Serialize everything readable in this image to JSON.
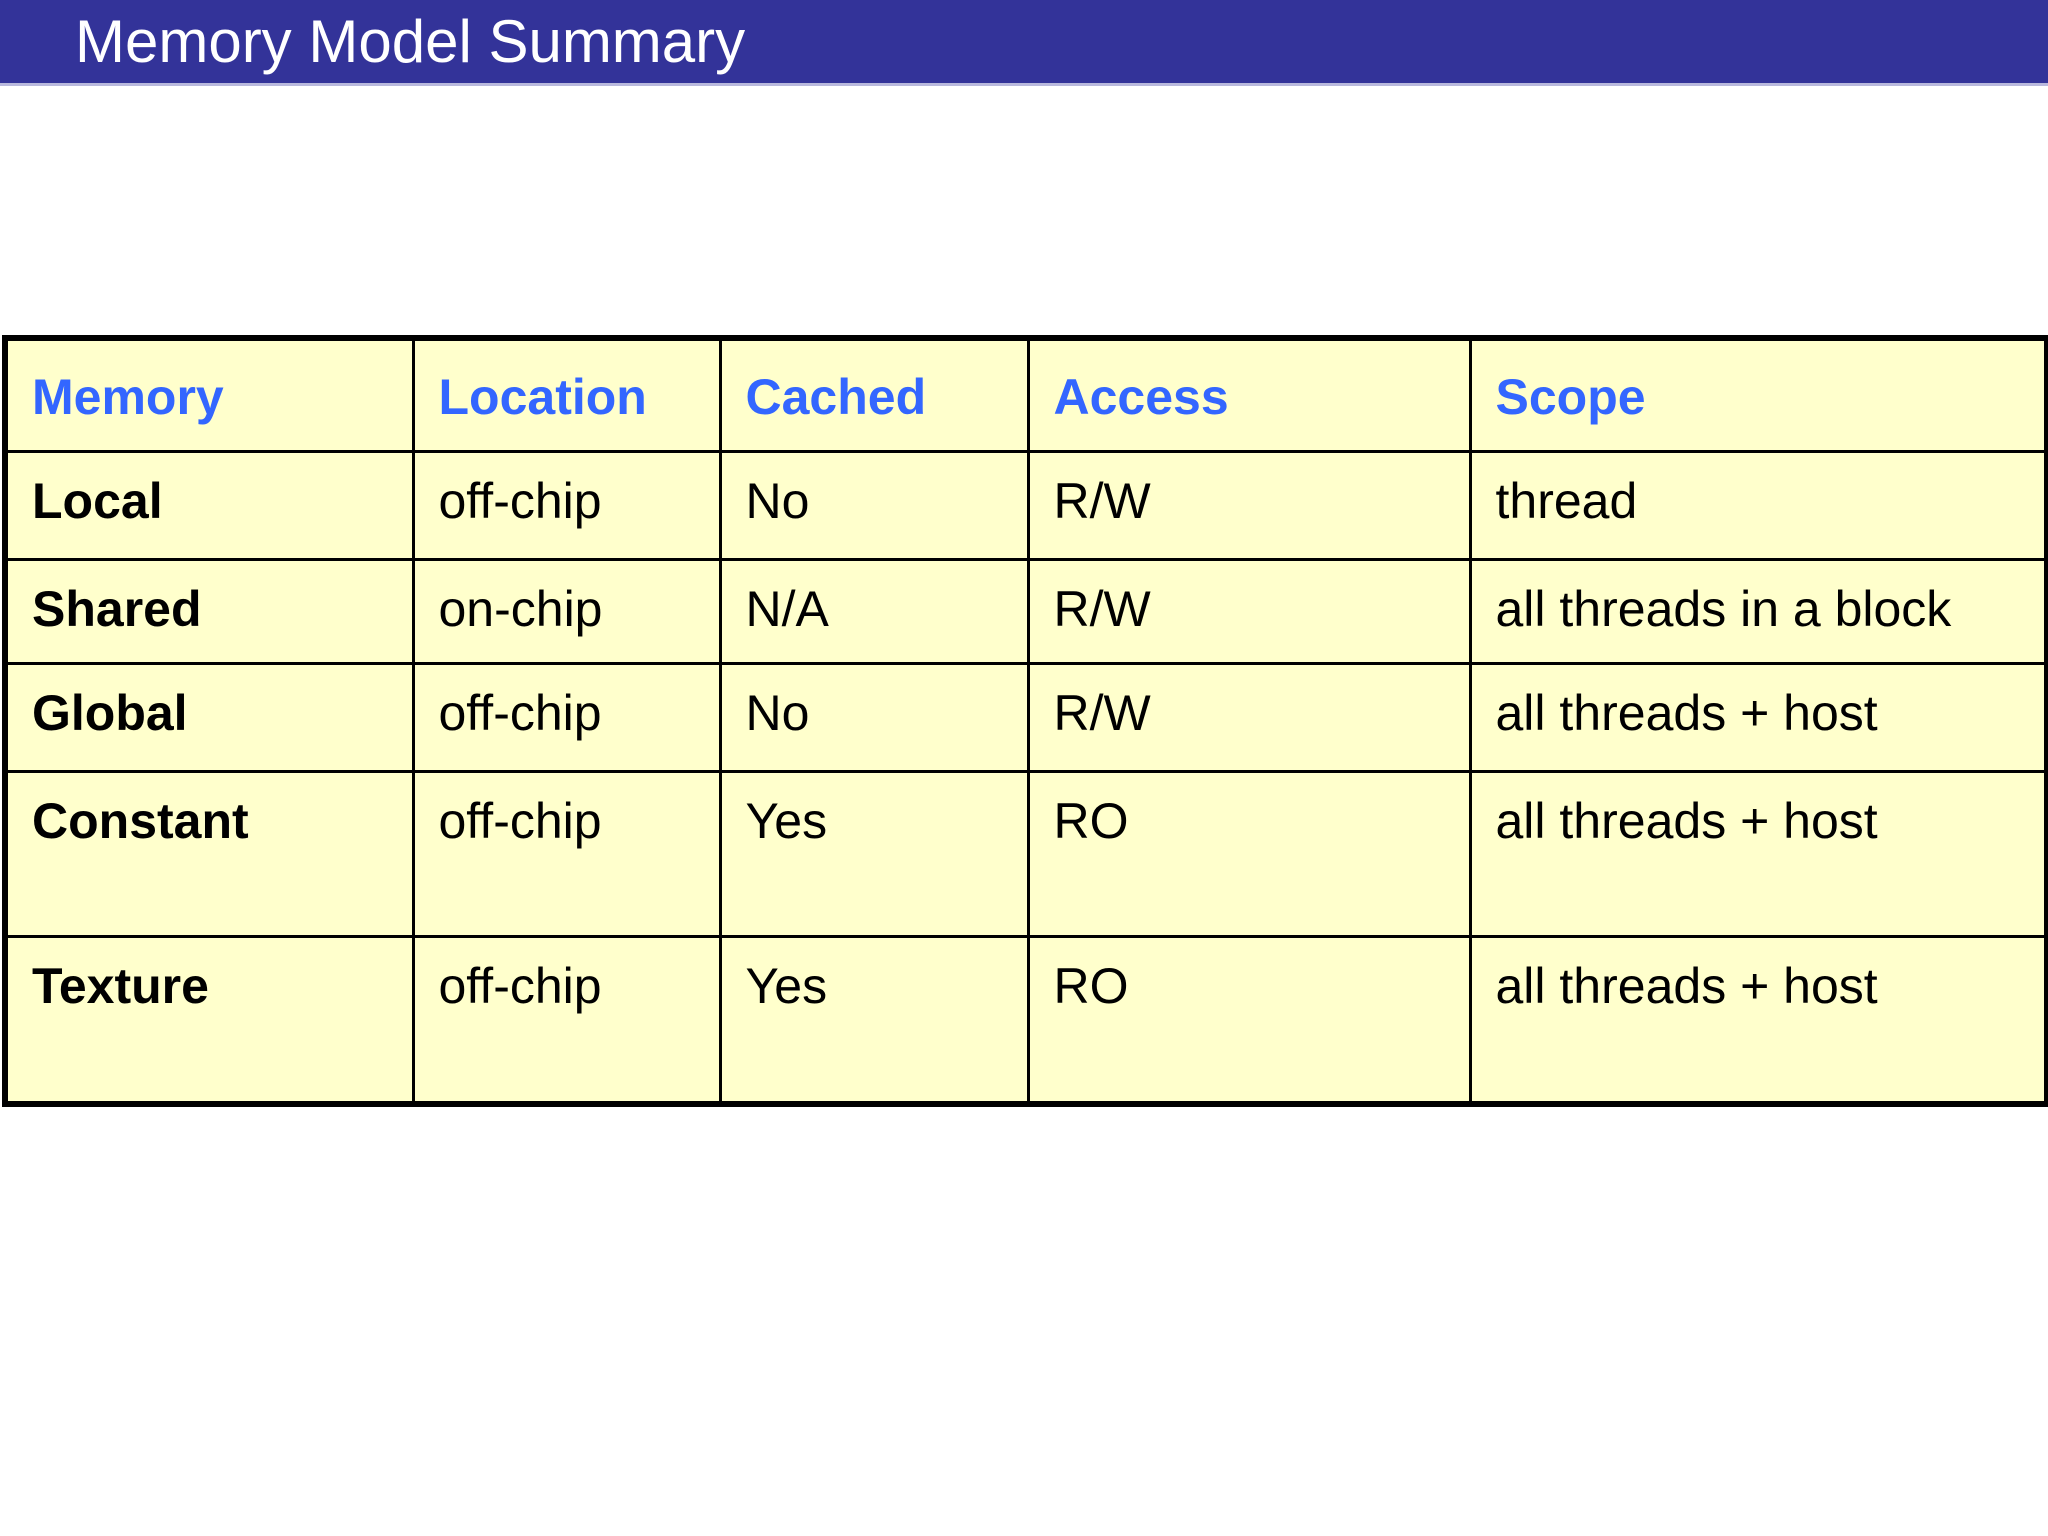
{
  "header": {
    "title": "Memory Model Summary",
    "bg_color": "#333399",
    "text_color": "#ffffff"
  },
  "table": {
    "bg_color": "#ffffcc",
    "header_text_color": "#3366ff",
    "border_color": "#000000",
    "columns": [
      "Memory",
      "Location",
      "Cached",
      "Access",
      "Scope"
    ],
    "rows": [
      {
        "memory": "Local",
        "location": "off-chip",
        "cached": "No",
        "access": "R/W",
        "scope": "thread"
      },
      {
        "memory": "Shared",
        "location": "on-chip",
        "cached": "N/A",
        "access": "R/W",
        "scope": "all threads in a block"
      },
      {
        "memory": "Global",
        "location": "off-chip",
        "cached": "No",
        "access": "R/W",
        "scope": "all threads + host"
      },
      {
        "memory": "Constant",
        "location": "off-chip",
        "cached": "Yes",
        "access": "RO",
        "scope": "all threads + host"
      },
      {
        "memory": "Texture",
        "location": "off-chip",
        "cached": "Yes",
        "access": "RO",
        "scope": "all threads + host"
      }
    ]
  }
}
